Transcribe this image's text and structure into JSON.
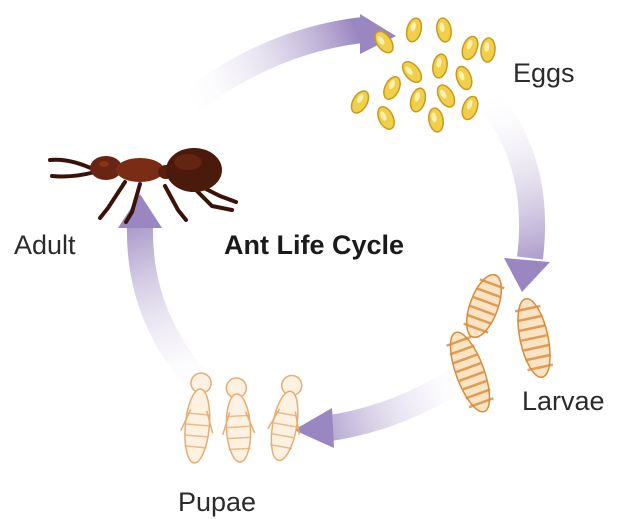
{
  "diagram": {
    "title": "Ant Life Cycle",
    "stages": [
      {
        "id": "eggs",
        "label": "Eggs"
      },
      {
        "id": "larvae",
        "label": "Larvae"
      },
      {
        "id": "pupae",
        "label": "Pupae"
      },
      {
        "id": "adult",
        "label": "Adult"
      }
    ]
  },
  "colors": {
    "arrow": "#9a86c0",
    "arrow_fade": "#ffffff",
    "egg_fill": "#f2cf4a",
    "egg_stroke": "#c99a1c",
    "larva_fill": "#fbe3c4",
    "larva_stroke": "#d98b3a",
    "pupa_fill": "#fdf1e2",
    "pupa_stroke": "#e7ad72",
    "ant_body": "#5a1e0e",
    "ant_legs": "#3a120a"
  }
}
